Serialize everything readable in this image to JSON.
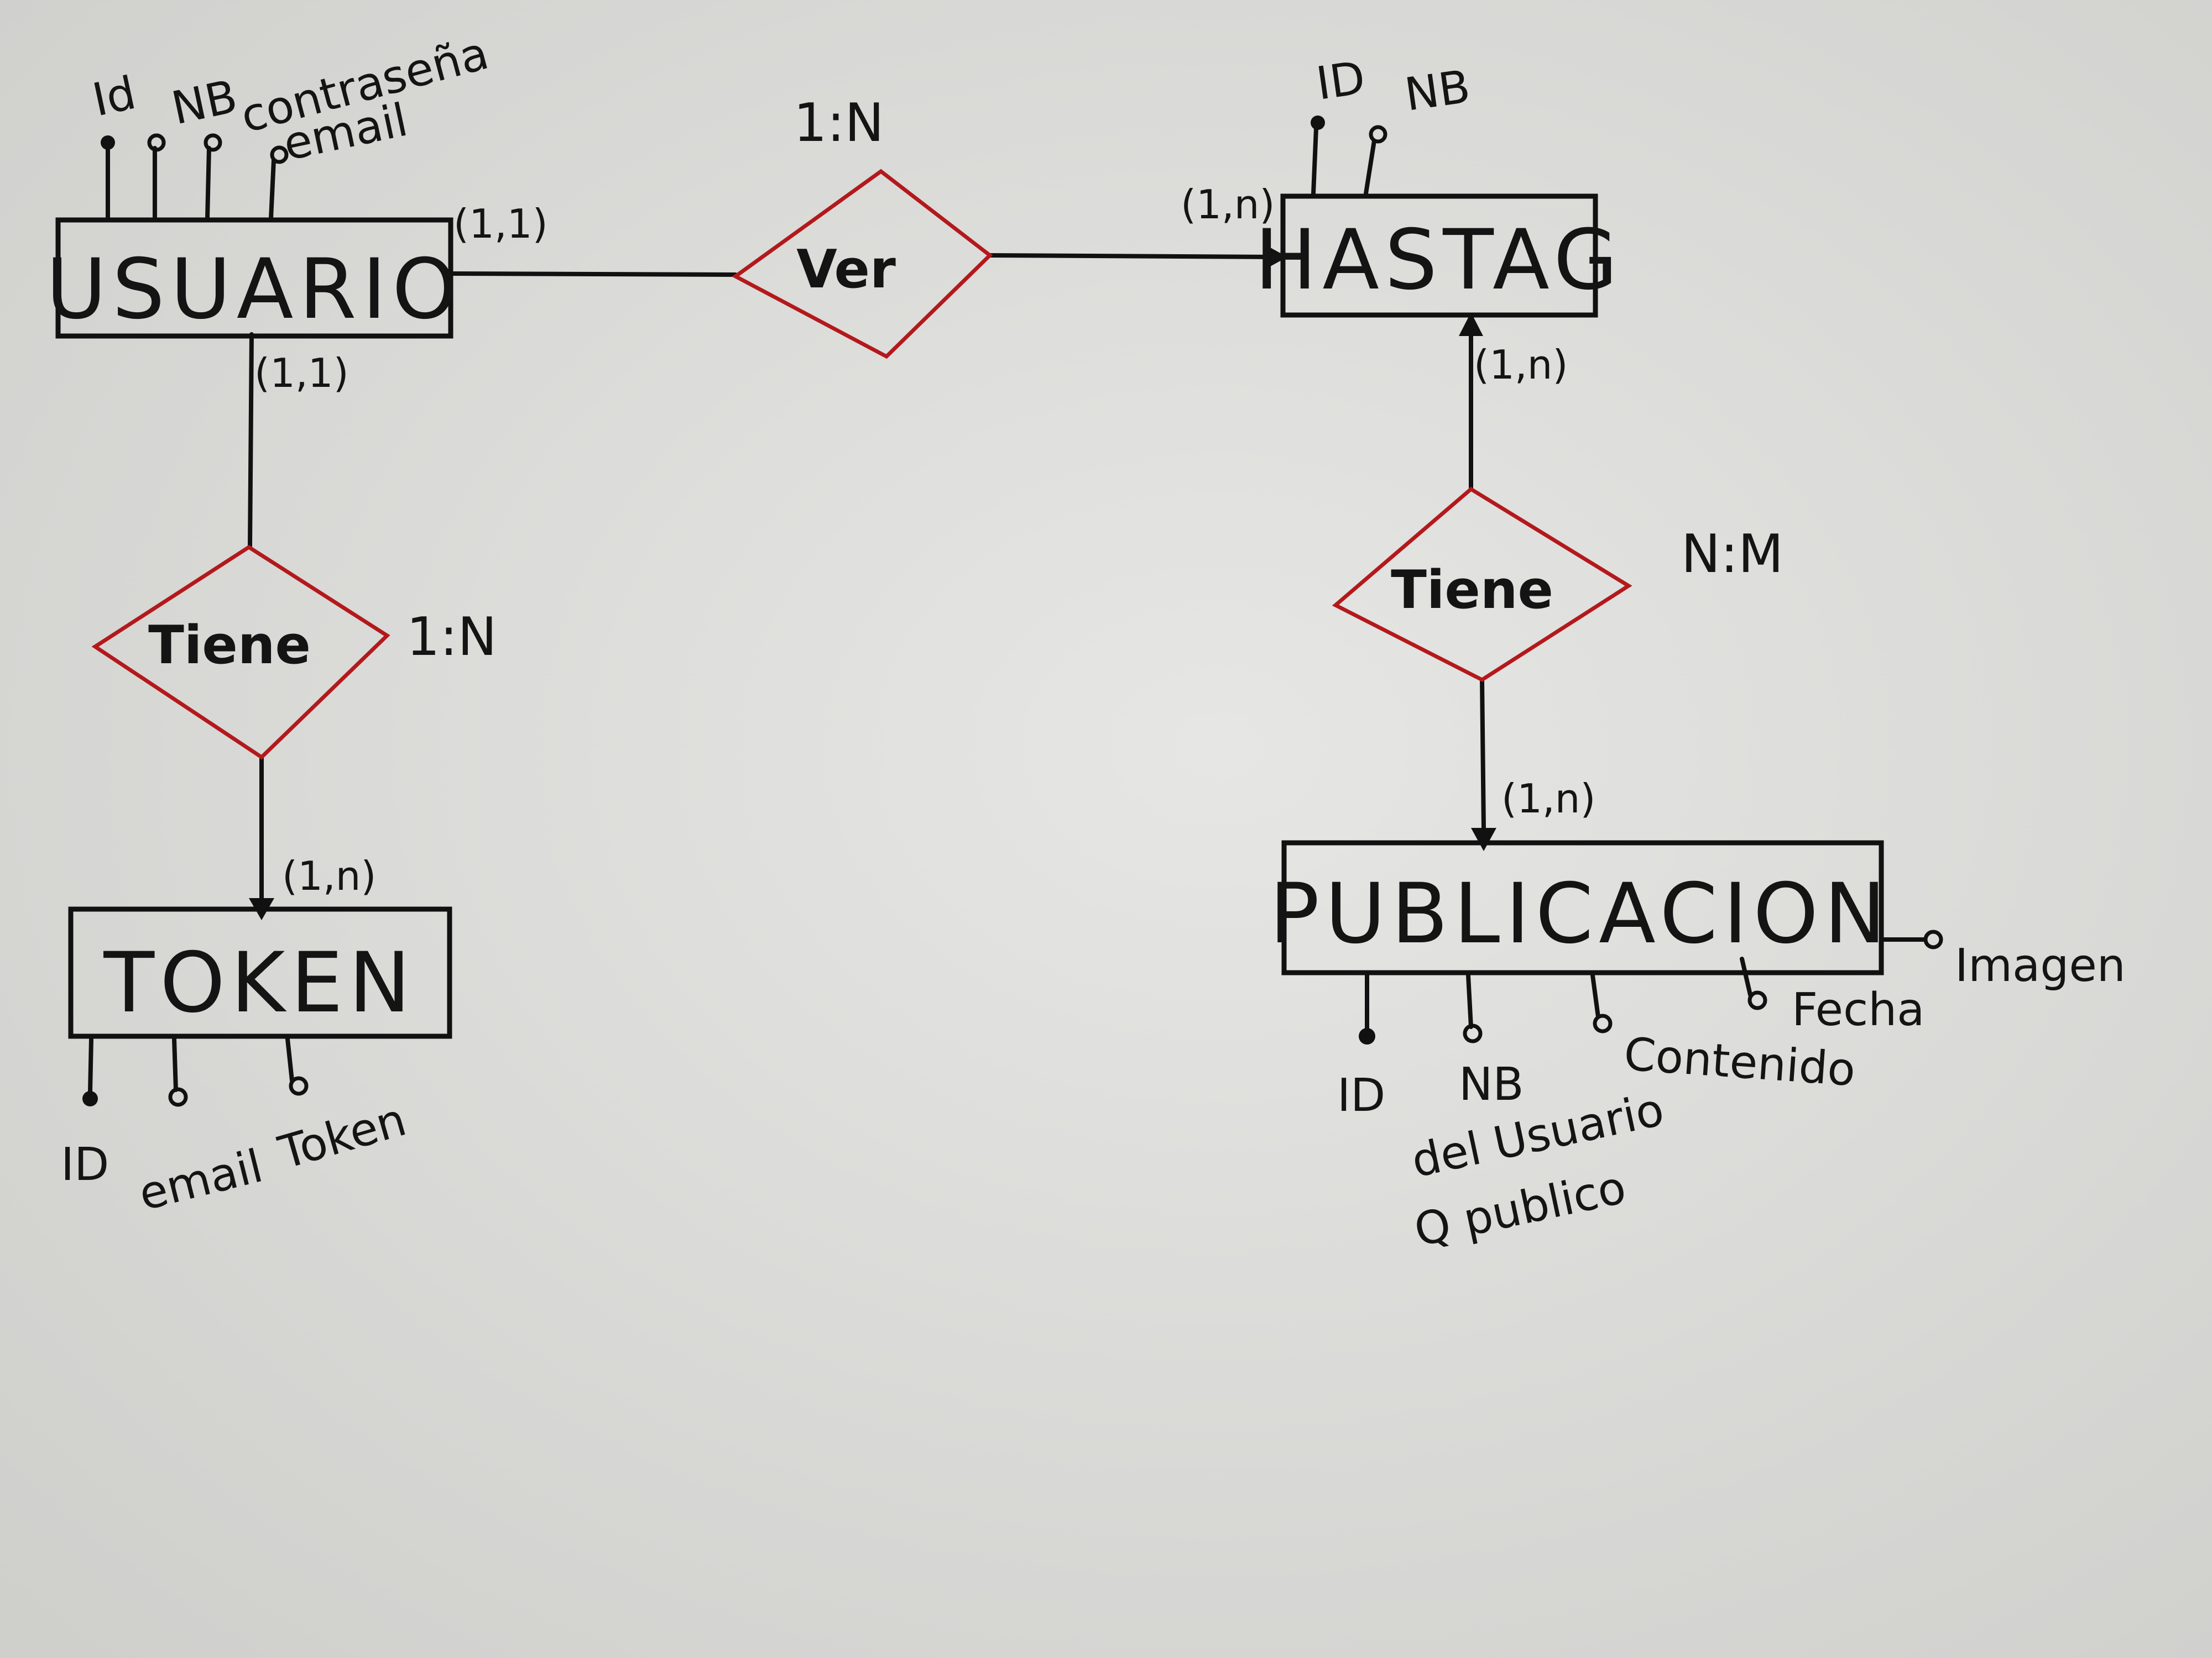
{
  "diagram": {
    "entities": {
      "usuario": "USUARIO",
      "hastag": "HASTAG",
      "token": "TOKEN",
      "publicacion": "PUBLICACION"
    },
    "relationships": {
      "ver": "Ver",
      "tiene_usuario_token": "Tiene",
      "tiene_hastag_publicacion": "Tiene"
    },
    "ratios": {
      "ver": "1:N",
      "tiene_usuario_token": "1:N",
      "tiene_hastag_publicacion": "N:M"
    },
    "cardinalities": {
      "usuario_ver": "(1,1)",
      "hastag_ver": "(1,n)",
      "usuario_tiene": "(1,1)",
      "token_tiene": "(1,n)",
      "hastag_tiene": "(1,n)",
      "publicacion_tiene": "(1,n)"
    },
    "attributes": {
      "usuario": [
        "Id",
        "NB",
        "contraseña",
        "email"
      ],
      "hastag": [
        "ID",
        "NB"
      ],
      "token": [
        "ID",
        "email",
        "Token"
      ],
      "publicacion": {
        "id": "ID",
        "nb": "NB",
        "nb_note_1": "del Usuario",
        "nb_note_2": "Q publico",
        "contenido": "Contenido",
        "fecha": "Fecha",
        "imagen": "Imagen"
      }
    }
  }
}
